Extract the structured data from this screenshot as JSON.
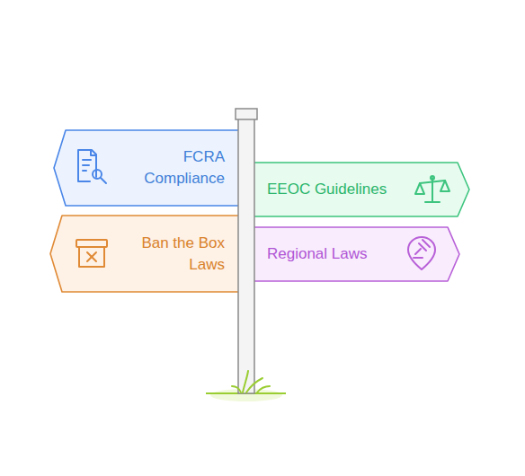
{
  "diagram": {
    "nodes": [
      {
        "text": [
          "FCRA Compliance"
        ]
      },
      {
        "text": [
          "EEOC Guidelines"
        ]
      },
      {
        "text": [
          "Ban the Box Laws"
        ]
      },
      {
        "text": [
          "Regional Laws"
        ]
      }
    ]
  }
}
